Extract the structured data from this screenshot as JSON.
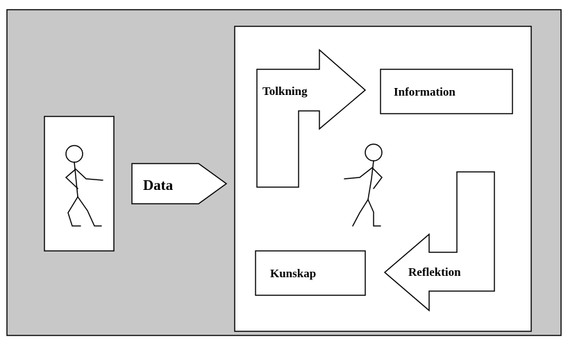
{
  "diagram": {
    "data_label": "Data",
    "interpretation_label": "Tolkning",
    "information_label": "Information",
    "reflection_label": "Reflektion",
    "knowledge_label": "Kunskap"
  },
  "colors": {
    "background": "#c8c8c8",
    "panel": "#ffffff",
    "stroke": "#000000"
  }
}
